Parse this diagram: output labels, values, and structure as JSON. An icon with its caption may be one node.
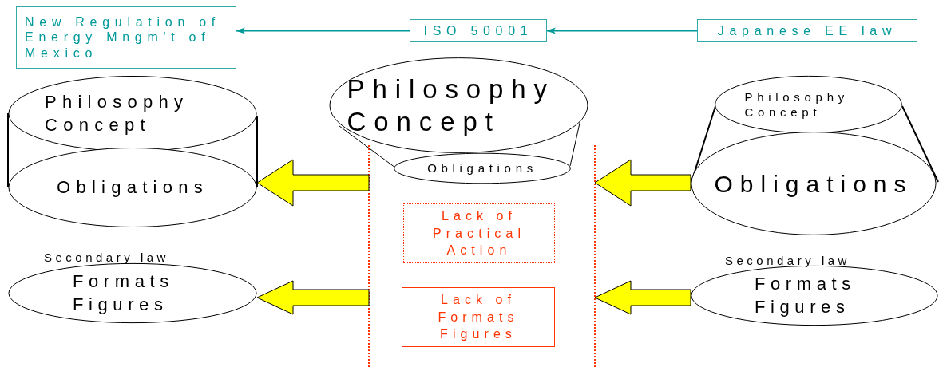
{
  "diagram": {
    "nodes": [
      {
        "text": [
          "New Regulation of Energy Mngm't of Mexico"
        ]
      },
      {
        "text": [
          "ISO 50001"
        ]
      },
      {
        "text": [
          "Japanese EE law"
        ]
      },
      {
        "text": [
          "Philosophy Concept"
        ]
      },
      {
        "text": [
          "Philosophy Concept"
        ]
      },
      {
        "text": [
          "Philosophy Concept"
        ]
      },
      {
        "text": [
          "Obligations"
        ]
      },
      {
        "text": [
          "Obligations"
        ]
      },
      {
        "text": [
          "Obligations"
        ]
      },
      {
        "text": [
          "Lack of Practical Action"
        ]
      },
      {
        "text": [
          "Formats Figures"
        ],
        "beside": [
          "Secondary law"
        ]
      },
      {
        "text": [
          "Lack of Formats Figures"
        ]
      },
      {
        "text": [
          "Formats Figures"
        ],
        "beside": [
          "Secondary law"
        ]
      }
    ],
    "edges": [
      {
        "from": 1,
        "to": 0,
        "arrow": "to",
        "color": "#009999"
      },
      {
        "from": 2,
        "to": 1,
        "arrow": "to",
        "color": "#009999"
      },
      {
        "from": null,
        "to": 6,
        "arrow": "to",
        "style": "thick",
        "color": "#ffff00"
      },
      {
        "from": 8,
        "to": null,
        "arrow": "to",
        "style": "thick",
        "color": "#ffff00"
      },
      {
        "from": null,
        "to": 10,
        "arrow": "to",
        "style": "thick",
        "color": "#ffff00"
      },
      {
        "from": 12,
        "to": null,
        "arrow": "to",
        "style": "thick",
        "color": "#ffff00"
      }
    ]
  }
}
